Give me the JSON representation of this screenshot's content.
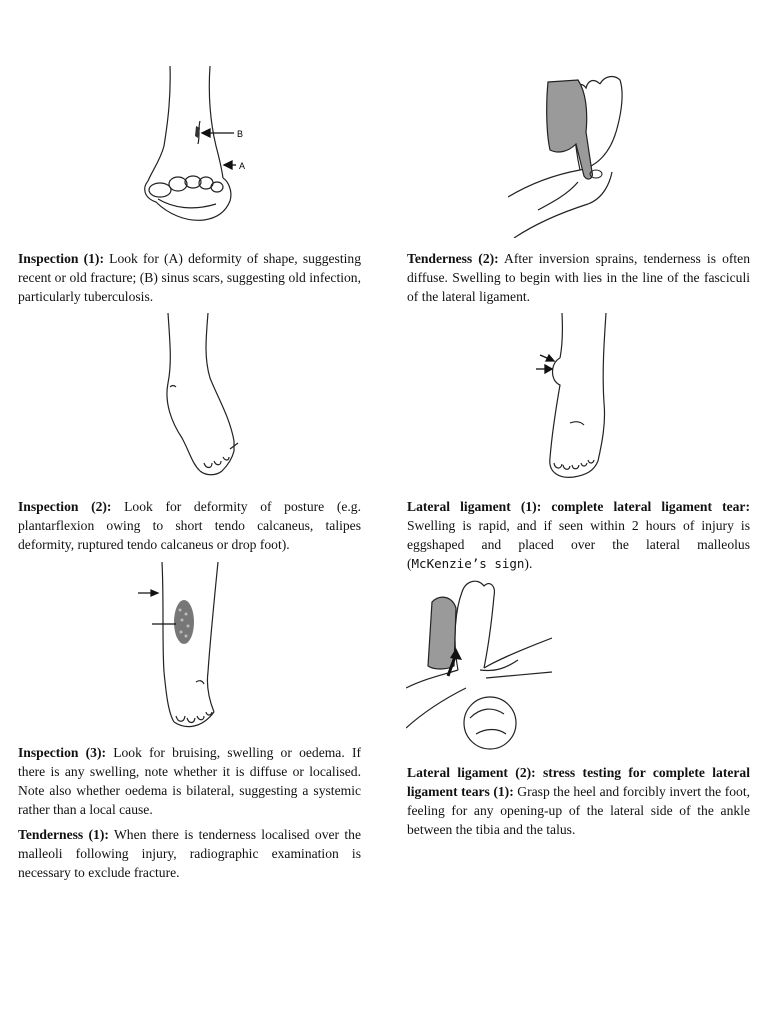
{
  "left_column": [
    {
      "label": "Inspection (1):",
      "text": " Look for (A) deformity of shape, suggesting recent or old fracture; (B) sinus scars, suggesting old infection, particularly tuberculosis.",
      "figure_labels": {
        "a": "A",
        "b": "B"
      }
    },
    {
      "label": "Inspection (2):",
      "text": " Look for deformity of posture (e.g. plantarflexion owing to short tendo calcaneus, talipes deformity, ruptured tendo calcaneus or drop foot)."
    },
    {
      "label": "Inspection (3):",
      "text": " Look for bruising, swelling or oedema. If there is any swelling, note whether it is diffuse or localised. Note also whether oedema is bilateral, suggesting a systemic rather than a local cause."
    },
    {
      "label": "Tenderness (1):",
      "text": " When there is tenderness localised over the malleoli following injury, radiographic examination is necessary to exclude fracture."
    }
  ],
  "right_column": [
    {
      "label": "Tenderness (2):",
      "text": " After inversion sprains, tenderness is often diffuse. Swelling to begin with lies in the line of the fasciculi of the lateral ligament."
    },
    {
      "label": "Lateral ligament (1): complete lateral ligament tear:",
      "text": " Swelling is rapid, and if seen within 2 hours of injury is eggshaped and placed over the lateral malleolus (",
      "sign": "McKenzie’s sign",
      "text_end": ")."
    },
    {
      "label": "Lateral ligament (2): stress testing for complete lateral ligament tears (1):",
      "text": " Grasp the heel and forcibly invert the foot, feeling for any opening-up of the lateral side of the ankle between the tibia and the talus."
    }
  ]
}
